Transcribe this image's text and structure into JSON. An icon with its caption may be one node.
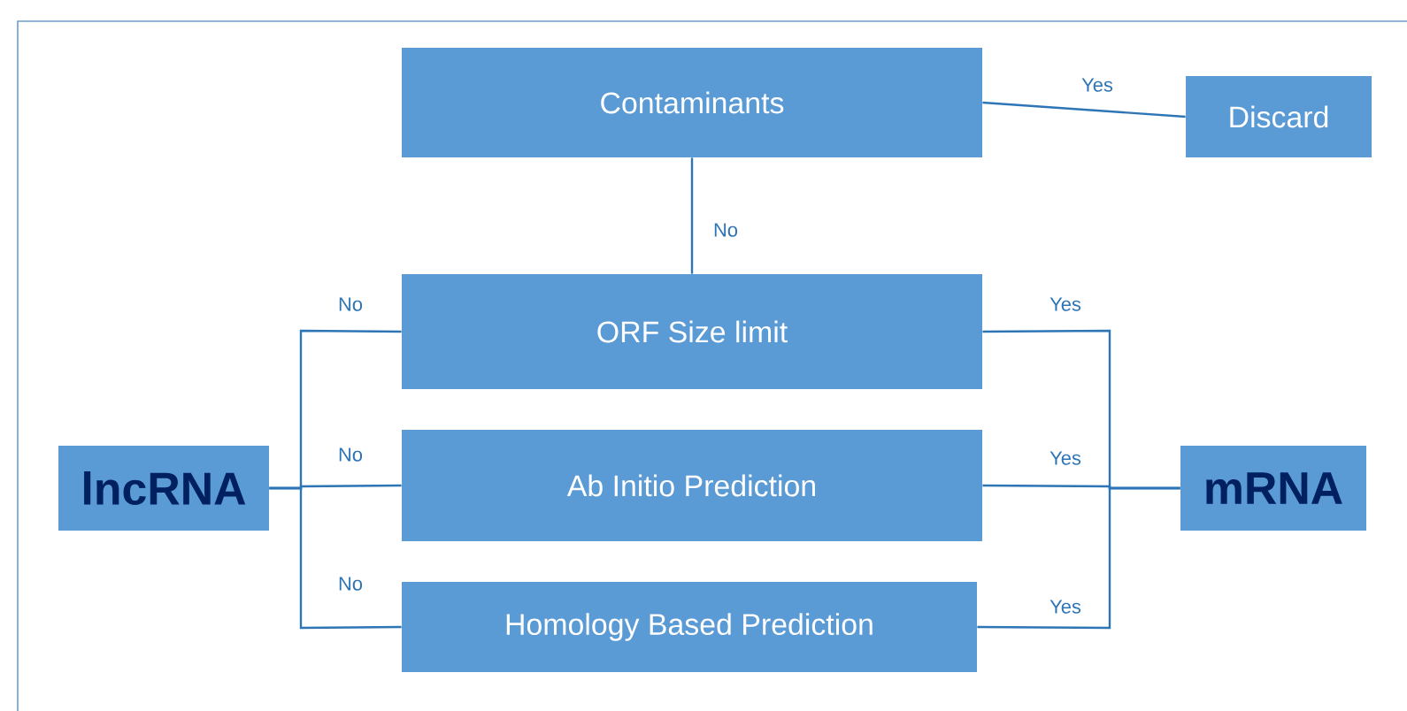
{
  "diagram": {
    "nodes": [
      {
        "text": [
          "Contaminants"
        ]
      },
      {
        "text": [
          "Discard"
        ]
      },
      {
        "text": [
          "ORF  Size limit"
        ]
      },
      {
        "text": [
          "Ab Initio Prediction"
        ]
      },
      {
        "text": [
          "Homology  Based Prediction"
        ]
      },
      {
        "text": [
          "lncRNA"
        ]
      },
      {
        "text": [
          "mRNA"
        ]
      }
    ],
    "edges": [
      {
        "from": 0,
        "to": 1,
        "arrow": "none",
        "label": "Yes"
      },
      {
        "from": 0,
        "to": 2,
        "arrow": "none",
        "label": "No"
      },
      {
        "from": 2,
        "to": 5,
        "arrow": "none",
        "label": "No"
      },
      {
        "from": 3,
        "to": 5,
        "arrow": "none",
        "label": "No"
      },
      {
        "from": 4,
        "to": 5,
        "arrow": "none",
        "label": "No"
      },
      {
        "from": 2,
        "to": 6,
        "arrow": "none",
        "label": "Yes"
      },
      {
        "from": 3,
        "to": 6,
        "arrow": "none",
        "label": "Yes"
      },
      {
        "from": 4,
        "to": 6,
        "arrow": "none",
        "label": "Yes"
      }
    ]
  }
}
